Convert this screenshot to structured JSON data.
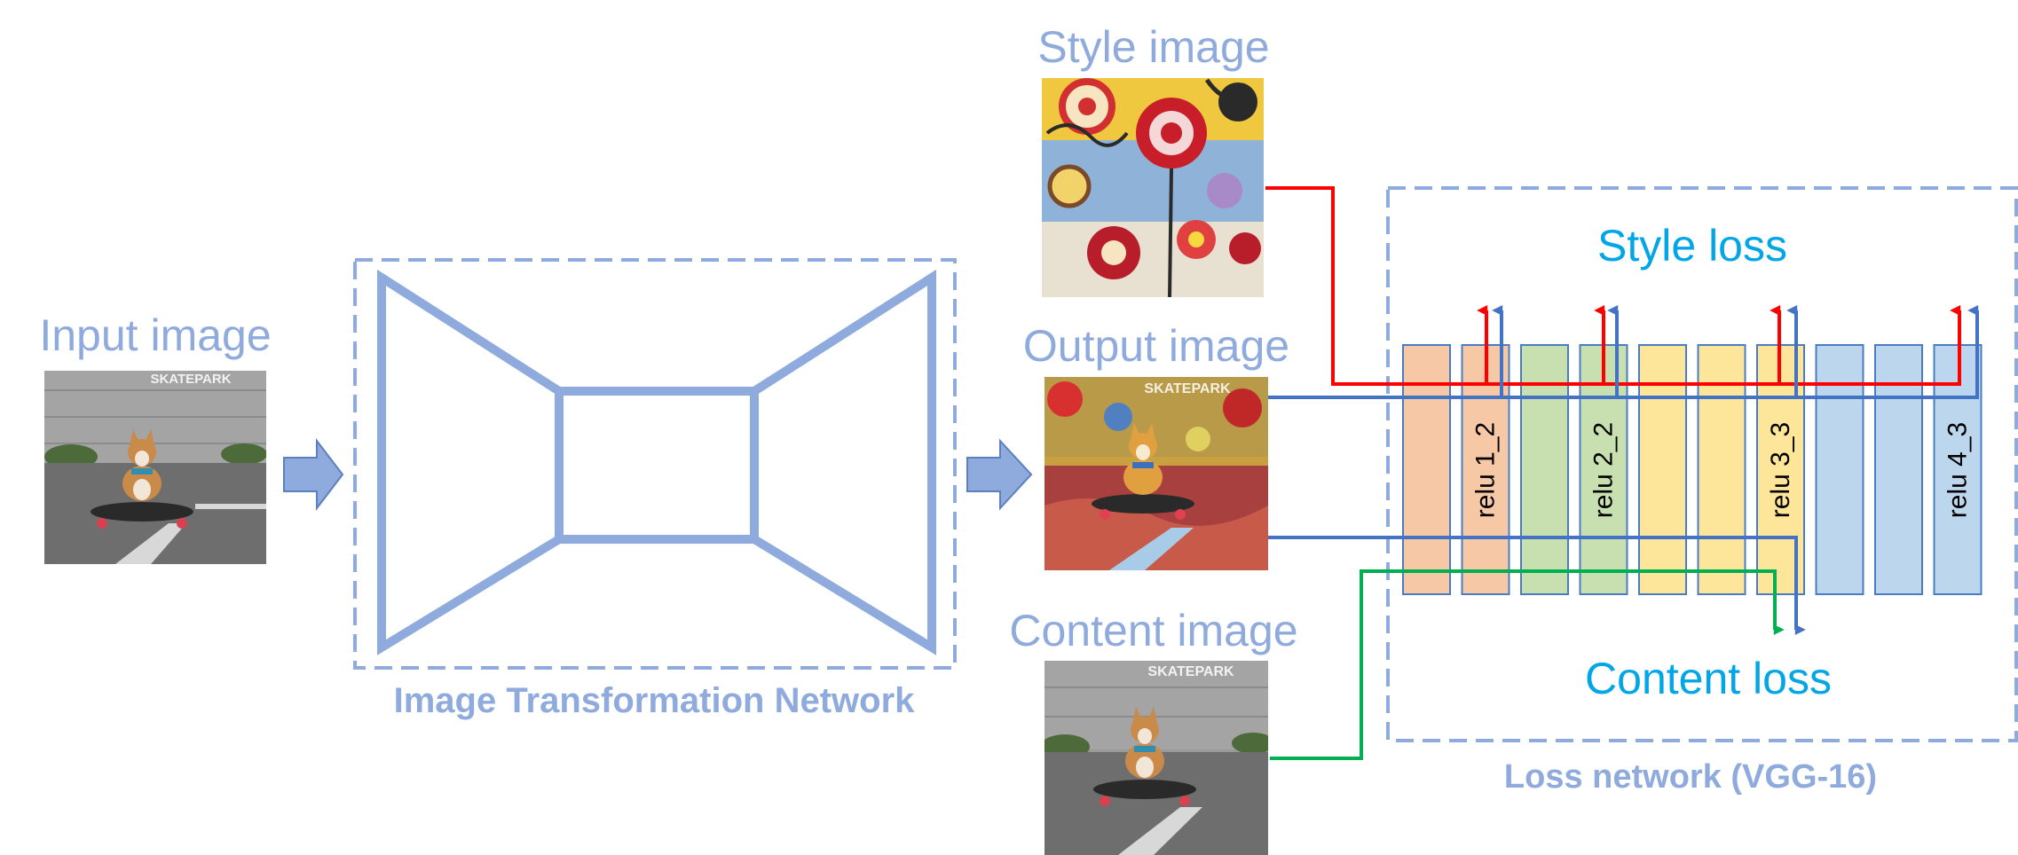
{
  "labels": {
    "input_image": "Input image",
    "style_image": "Style image",
    "output_image": "Output image",
    "content_image": "Content image",
    "transform_net": "Image Transformation Network",
    "loss_net": "Loss network (VGG-16)",
    "style_loss": "Style loss",
    "content_loss": "Content loss",
    "skatepark_sign": "SKATEPARK"
  },
  "layers": [
    {
      "label": "",
      "color": "#f6c8a6"
    },
    {
      "label": "relu 1_2",
      "color": "#f6c8a6"
    },
    {
      "label": "",
      "color": "#c8e0b0"
    },
    {
      "label": "relu 2_2",
      "color": "#c8e0b0"
    },
    {
      "label": "",
      "color": "#fde69a"
    },
    {
      "label": "",
      "color": "#fde69a"
    },
    {
      "label": "relu 3_3",
      "color": "#fde69a"
    },
    {
      "label": "",
      "color": "#bcd6ee"
    },
    {
      "label": "",
      "color": "#bcd6ee"
    },
    {
      "label": "relu 4_3",
      "color": "#bcd6ee"
    }
  ],
  "colors": {
    "frame": "#8faadc",
    "label_blue": "#8faadc",
    "loss_text": "#00a6e6",
    "style_arrow": "#ff0000",
    "output_arrow": "#4472c4",
    "content_arrow": "#00b050",
    "layer_border": "#4a7cc4"
  }
}
